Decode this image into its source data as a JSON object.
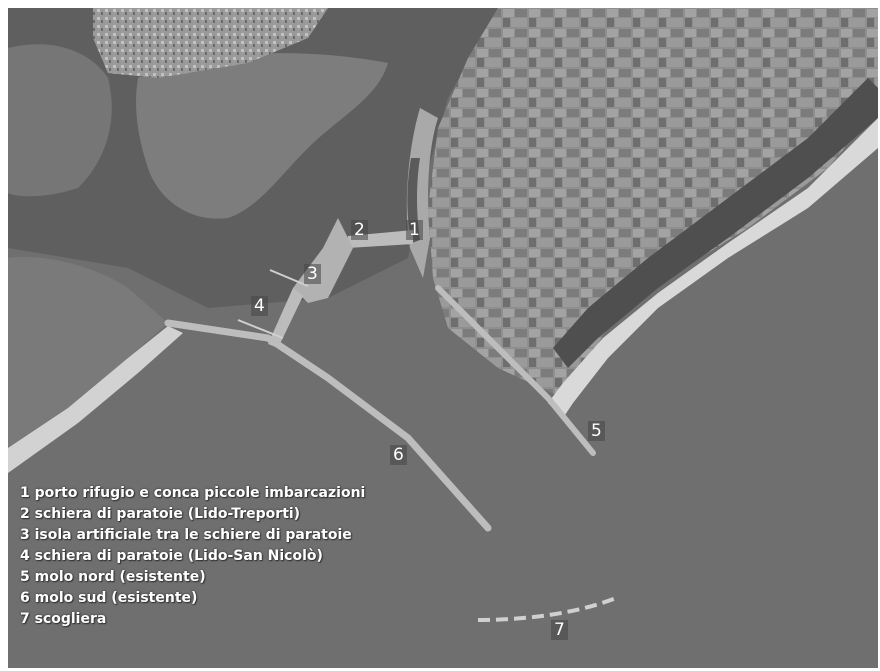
{
  "markers": [
    {
      "id": "1",
      "label": "1"
    },
    {
      "id": "2",
      "label": "2"
    },
    {
      "id": "3",
      "label": "3"
    },
    {
      "id": "4",
      "label": "4"
    },
    {
      "id": "5",
      "label": "5"
    },
    {
      "id": "6",
      "label": "6"
    },
    {
      "id": "7",
      "label": "7"
    }
  ],
  "legend": [
    "1 porto rifugio e conca piccole imbarcazioni",
    "2 schiera di paratoie (Lido-Treporti)",
    "3 isola artificiale tra le schiere di paratoie",
    "4 schiera di paratoie (Lido-San Nicolò)",
    "5 molo nord (esistente)",
    "6 molo sud (esistente)",
    "7 scogliera"
  ],
  "colors": {
    "sea": "#6f6f6f",
    "lagoon": "#5e5e5e",
    "land": "#8a8a8a",
    "fields": "#9c9c9c",
    "beach": "#d8d8d8",
    "works": "#b8b8b8",
    "label_text": "#ffffff"
  }
}
